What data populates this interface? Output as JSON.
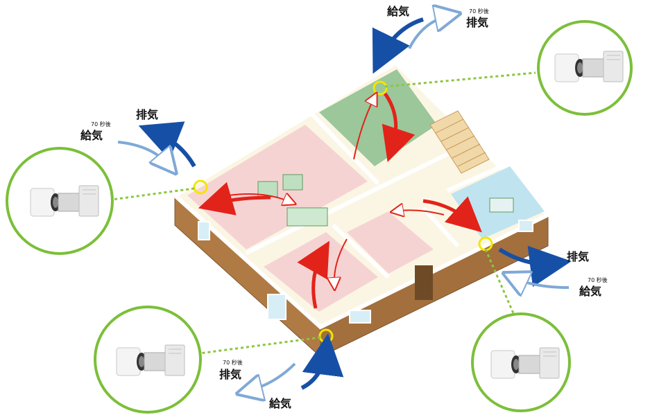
{
  "labels": {
    "supply": "給気",
    "exhaust": "排気",
    "after70": "70 秒後"
  },
  "colors": {
    "green_ring": "#7cbf3a",
    "dotted_line": "#8cc63f",
    "blue_arrow": "#1650a6",
    "red_arrow": "#e2231a",
    "unit_ring": "#f2e600",
    "wall_brown": "#b07a45",
    "floor_pink": "#f6d3d3",
    "floor_green": "#9bc79a",
    "floor_blue": "#bfe4ef"
  }
}
